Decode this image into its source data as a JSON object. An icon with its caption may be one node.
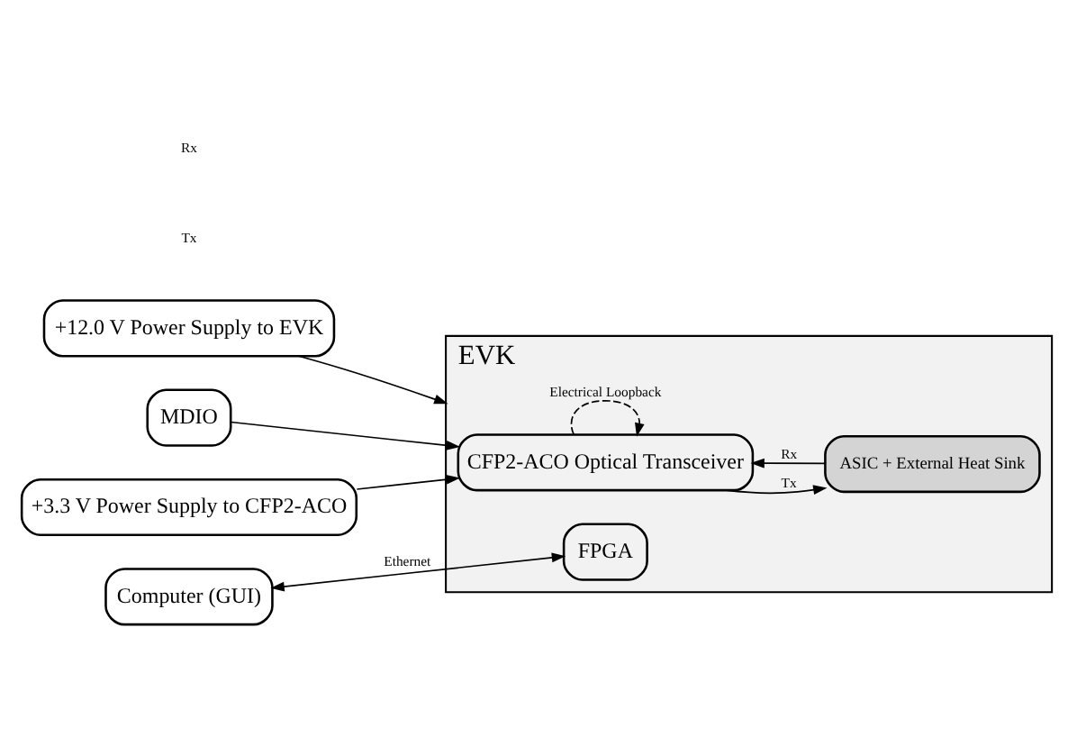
{
  "diagram": {
    "nodes": [
      {
        "text": [
          "EVK"
        ]
      },
      {
        "text": [
          "MDIO"
        ]
      },
      {
        "text": [
          "+3.3 V Power Supply to CFP2-ACO"
        ]
      },
      {
        "text": [
          "CFP2-ACO Optical Transceiver"
        ],
        "in": 0
      },
      {
        "text": [
          "ASIC + External Heat Sink"
        ],
        "in": 0
      },
      {
        "text": [
          "Computer (GUI)"
        ]
      },
      {
        "text": [
          "FPGA"
        ],
        "in": 0
      },
      {
        "text": [
          "+12.0 V Power Supply to EVK"
        ]
      }
    ],
    "edges": [
      {
        "from": 1,
        "to": 3,
        "arrow": "to"
      },
      {
        "from": 2,
        "to": 3,
        "arrow": "to"
      },
      {
        "from": 3,
        "to": 4,
        "arrow": "to",
        "label": "Tx"
      },
      {
        "from": 4,
        "to": 3,
        "arrow": "to",
        "label": "Rx"
      },
      {
        "from": 3,
        "to": 3,
        "arrow": "to",
        "style": "dashed",
        "label": "Electrical Loopback"
      },
      {
        "from": 5,
        "to": 6,
        "arrow": "both",
        "label": "Ethernet"
      },
      {
        "from": 7,
        "to": 0,
        "arrow": "to"
      }
    ],
    "labels": [
      "Tx",
      "Rx"
    ]
  }
}
